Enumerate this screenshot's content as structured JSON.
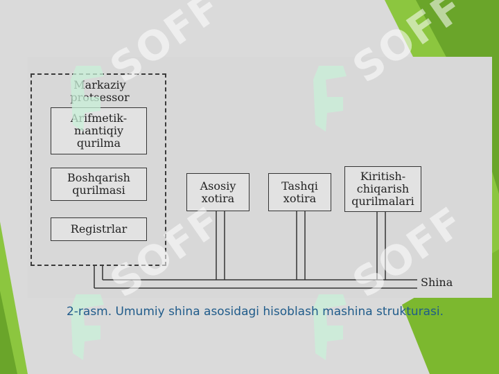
{
  "diagram": {
    "cpu_title": "Markaziy\nprotsessor",
    "alu_label": "Arifmetik-\nmantiqiy\nqurilma",
    "control_label": "Boshqarish\nqurilmasi",
    "registers_label": "Registrlar",
    "main_memory_label": "Asosiy\nxotira",
    "external_memory_label": "Tashqi\nxotira",
    "io_label": "Kiritish-\nchiqarish\nqurilmalari",
    "bus_label": "Shina"
  },
  "caption": "2-rasm. Umumiy shina asosidagi hisoblash mashina strukturasi.",
  "watermark": {
    "text": "SOFF"
  },
  "colors": {
    "accent_green": "#7cb82f",
    "caption_blue": "#1f5b8a",
    "watermark_green": "#c8f0d8"
  }
}
